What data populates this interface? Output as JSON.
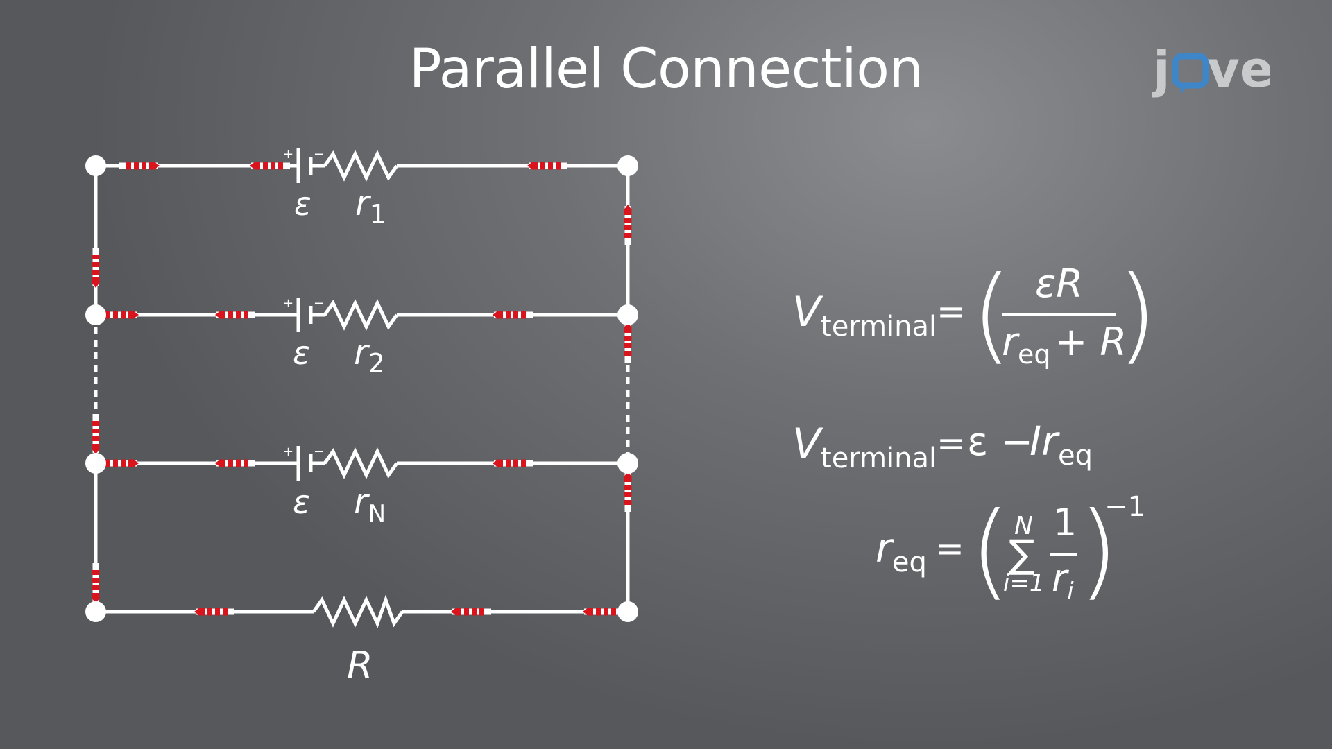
{
  "title": "Parallel Connection",
  "logo": {
    "text_pre": "j",
    "text_post": "ve",
    "icon": "speech-bubble-o-icon"
  },
  "colors": {
    "wire": "#ffffff",
    "current_arrow": "#d9141c",
    "logo_text": "#c9cacc",
    "logo_bubble": "#3f86c8"
  },
  "circuit": {
    "branches": [
      {
        "emf_label": "ε",
        "res_letter": "r",
        "res_sub": "1"
      },
      {
        "emf_label": "ε",
        "res_letter": "r",
        "res_sub": "2"
      },
      {
        "emf_label": "ε",
        "res_letter": "r",
        "res_sub": "N"
      }
    ],
    "load_label": "R",
    "plus": "+",
    "minus": "−"
  },
  "equations": {
    "eq1": {
      "lhs": "V",
      "lhs_sub": "terminal",
      "equals": "=",
      "lparen": "(",
      "rparen": ")",
      "num": "εR",
      "den_letter": "r",
      "den_sub": "eq",
      "den_plus": "+ R"
    },
    "eq2": {
      "lhs": "V",
      "lhs_sub": "terminal",
      "equals": "=",
      "rhs_eps": "ε −",
      "rhs_I": "Ir",
      "rhs_sub": "eq"
    },
    "eq3": {
      "lhs": "r",
      "lhs_sub": "eq",
      "equals": "=",
      "lparen": "(",
      "rparen": ")",
      "sum_top": "N",
      "sum_sign": "∑",
      "sum_bottom": "i=1",
      "frac_num": "1",
      "frac_den": "r",
      "frac_den_sub": "i",
      "exponent": "−1"
    }
  }
}
